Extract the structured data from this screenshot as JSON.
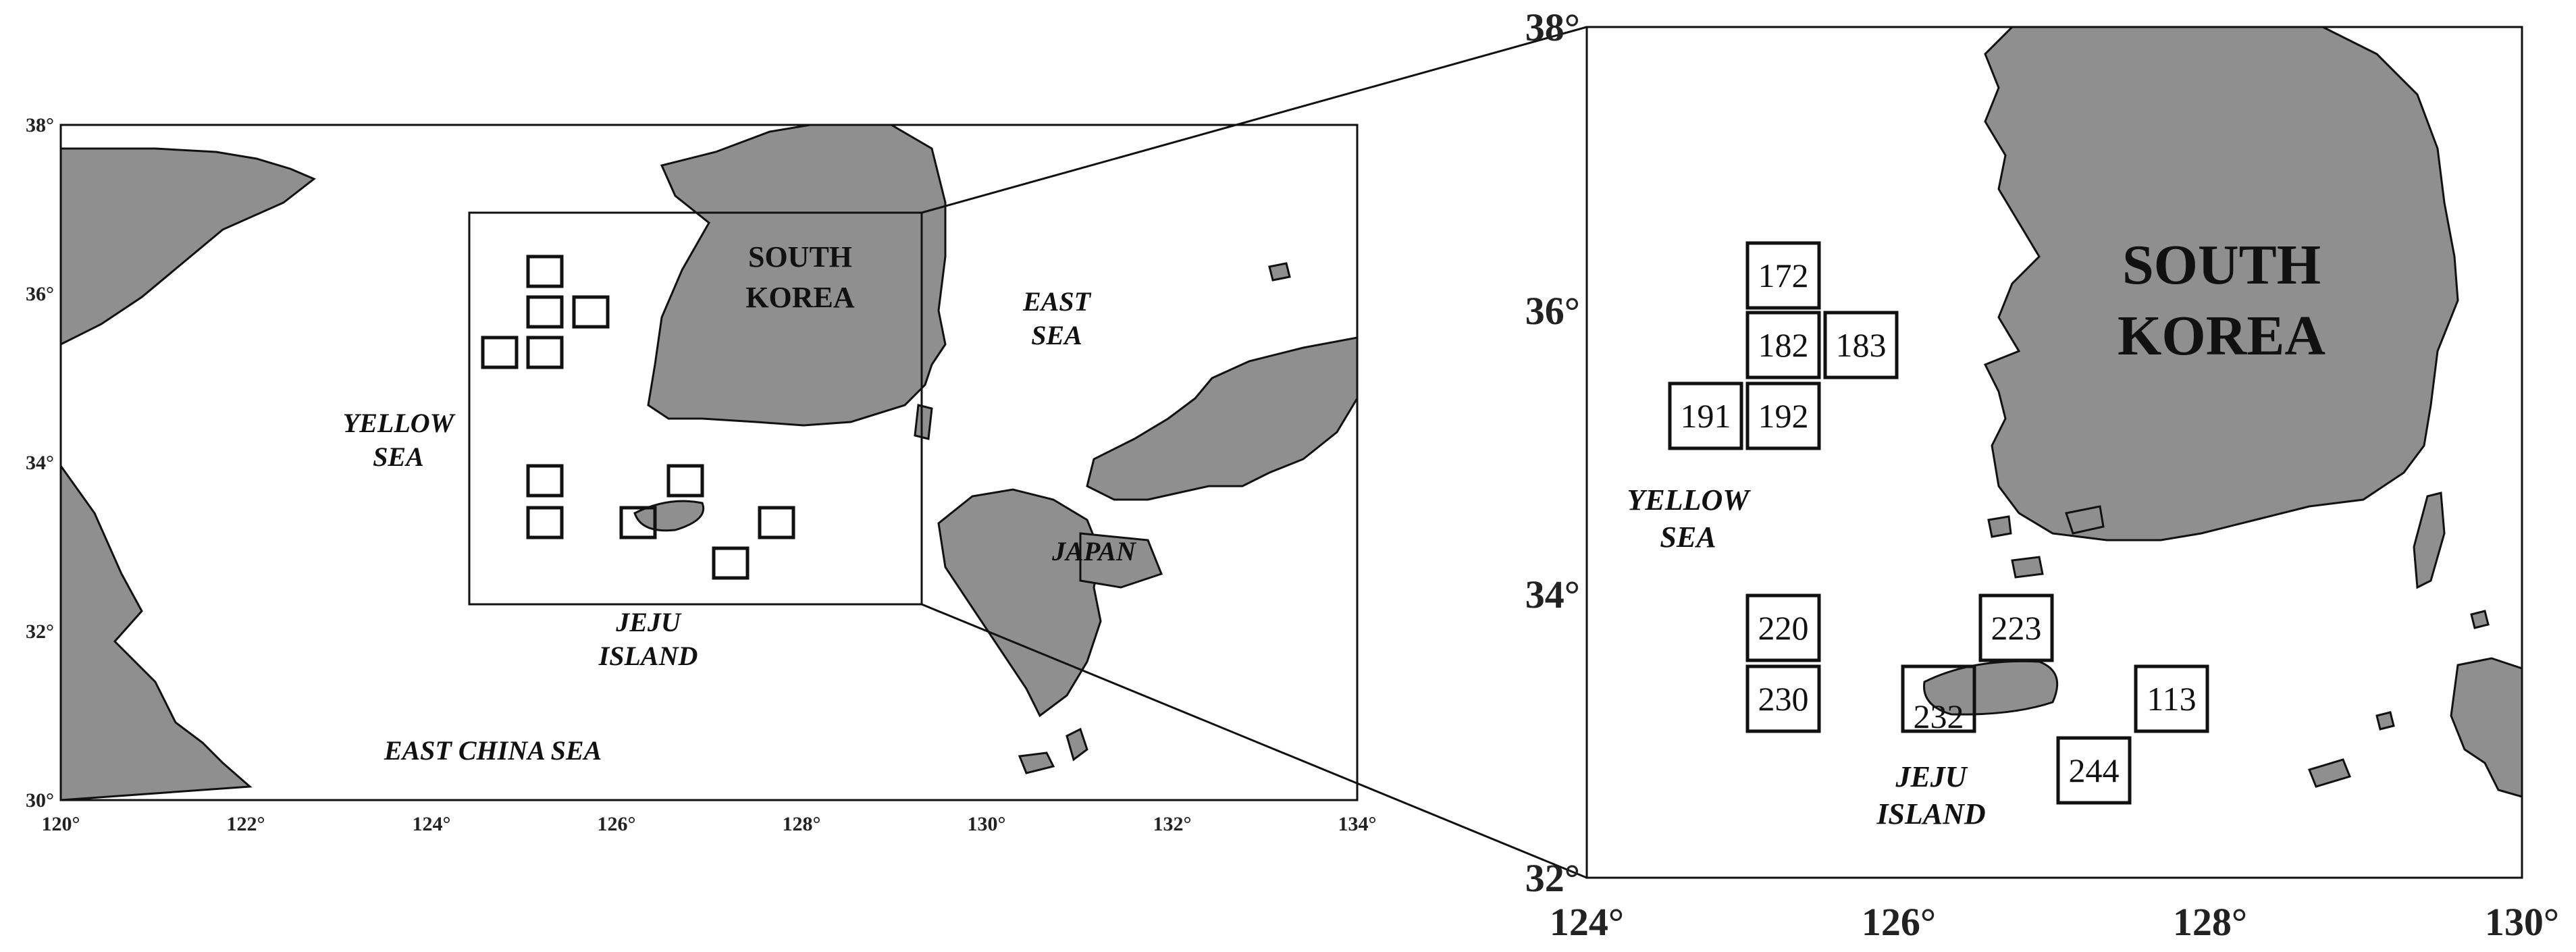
{
  "left_map": {
    "x_ticks": [
      "120°",
      "122°",
      "124°",
      "126°",
      "128°",
      "130°",
      "132°",
      "134°"
    ],
    "y_ticks": [
      "38°",
      "36°",
      "34°",
      "32°",
      "30°"
    ],
    "labels": {
      "south_korea": [
        "SOUTH",
        "KOREA"
      ],
      "east_sea": [
        "EAST",
        "SEA"
      ],
      "yellow_sea": [
        "YELLOW",
        "SEA"
      ],
      "japan": "JAPAN",
      "jeju_island": [
        "JEJU",
        "ISLAND"
      ],
      "east_china_sea": "EAST CHINA SEA"
    }
  },
  "right_map": {
    "x_ticks": [
      "124°",
      "126°",
      "128°",
      "130°"
    ],
    "y_ticks": [
      "38°",
      "36°",
      "34°",
      "32°"
    ],
    "labels": {
      "south_korea": [
        "SOUTH",
        "KOREA"
      ],
      "yellow_sea": [
        "YELLOW",
        "SEA"
      ],
      "jeju_island": [
        "JEJU",
        "ISLAND"
      ]
    },
    "stations": [
      "172",
      "182",
      "183",
      "191",
      "192",
      "220",
      "223",
      "230",
      "232",
      "113",
      "244"
    ]
  },
  "colors": {
    "land": "#8f8f8f",
    "outline": "#111111",
    "water": "#ffffff"
  }
}
